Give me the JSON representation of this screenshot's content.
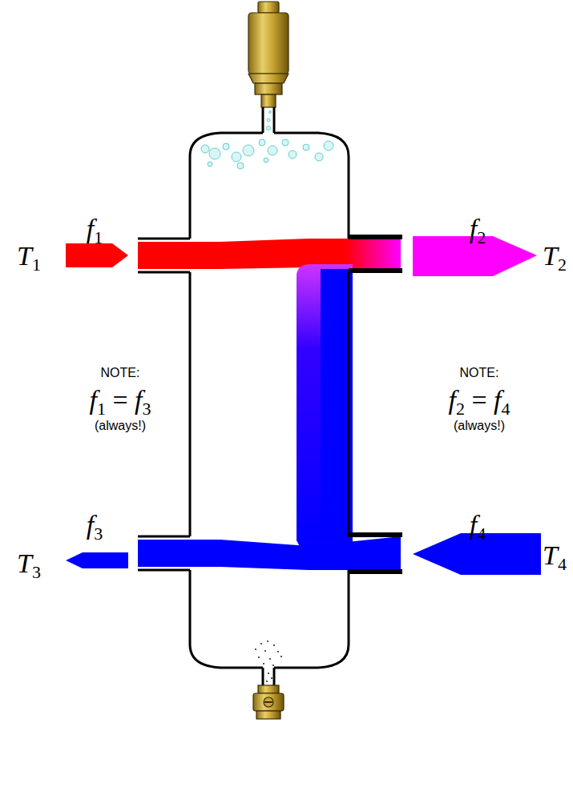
{
  "diagram": {
    "labels": [
      "f1",
      "T1",
      "f2",
      "T2",
      "NOTE:",
      "f1 = f3",
      "(always!)",
      "NOTE:",
      "f2 = f4",
      "(always!)",
      "f3",
      "T3",
      "f4",
      "T4"
    ]
  }
}
